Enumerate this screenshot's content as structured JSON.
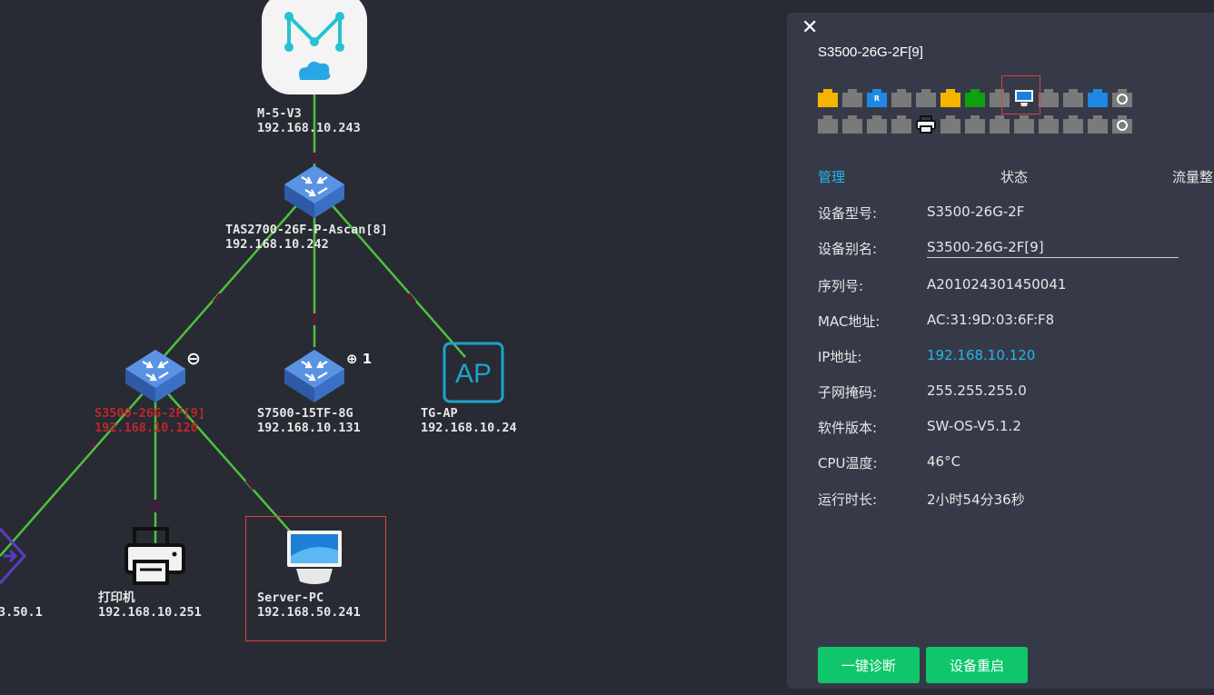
{
  "nodes": {
    "cloud": {
      "name": "M-5-V3",
      "ip": "192.168.10.243",
      "icon": "cloud-controller-icon"
    },
    "core": {
      "name": "TAS2700-26F-P-Ascan[8]",
      "ip": "192.168.10.242",
      "icon": "switch-icon"
    },
    "s3500": {
      "name": "S3500-26G-2F[9]",
      "ip": "192.168.10.120",
      "icon": "switch-icon",
      "badge": "⊖"
    },
    "s7500": {
      "name": "S7500-15TF-8G",
      "ip": "192.168.10.131",
      "icon": "switch-icon",
      "badge": "⊕ 1"
    },
    "ap": {
      "name": "TG-AP",
      "ip": "192.168.10.24",
      "icon": "access-point-icon",
      "icon_text": "AP"
    },
    "router": {
      "ip": "3.50.1",
      "icon": "router-icon"
    },
    "printer": {
      "name": "打印机",
      "ip": "192.168.10.251",
      "icon": "printer-icon"
    },
    "server": {
      "name": "Server-PC",
      "ip": "192.168.50.241",
      "icon": "monitor-icon"
    }
  },
  "panel": {
    "close_icon": "✕",
    "title": "S3500-26G-2F[9]",
    "port_row1": [
      "yellow",
      "gray",
      "blue-r",
      "gray",
      "gray",
      "yellow",
      "green",
      "gray",
      "monitor",
      "gray",
      "gray",
      "blue",
      "sfp"
    ],
    "port_row2": [
      "gray",
      "gray",
      "gray",
      "gray",
      "printer",
      "gray",
      "gray",
      "gray",
      "gray",
      "gray",
      "gray",
      "gray",
      "sfp"
    ],
    "port_r_label": "R",
    "tabs": [
      {
        "label": "管理",
        "active": true
      },
      {
        "label": "状态",
        "active": false
      },
      {
        "label": "流量整",
        "active": false
      }
    ],
    "info": [
      {
        "key": "设备型号:",
        "value": "S3500-26G-2F"
      },
      {
        "key": "设备别名:",
        "value": "S3500-26G-2F[9]",
        "editable": true
      },
      {
        "key": "序列号:",
        "value": "A201024301450041"
      },
      {
        "key": "MAC地址:",
        "value": "AC:31:9D:03:6F:F8"
      },
      {
        "key": "IP地址:",
        "value": "192.168.10.120",
        "link": true
      },
      {
        "key": "子网掩码:",
        "value": "255.255.255.0"
      },
      {
        "key": "软件版本:",
        "value": "SW-OS-V5.1.2"
      },
      {
        "key": "CPU温度:",
        "value": "46°C"
      },
      {
        "key": "运行时长:",
        "value": "2小时54分36秒"
      }
    ],
    "buttons": {
      "diagnose": "一键诊断",
      "reboot": "设备重启"
    }
  },
  "colors": {
    "background": "#282b33",
    "panel": "#363a48",
    "link_line": "#4ec13f",
    "link_dot": "#4a1b3a",
    "accent": "#22b6e8",
    "button": "#0fc66b",
    "error_label": "#c0262b",
    "selection": "#d9413f"
  }
}
